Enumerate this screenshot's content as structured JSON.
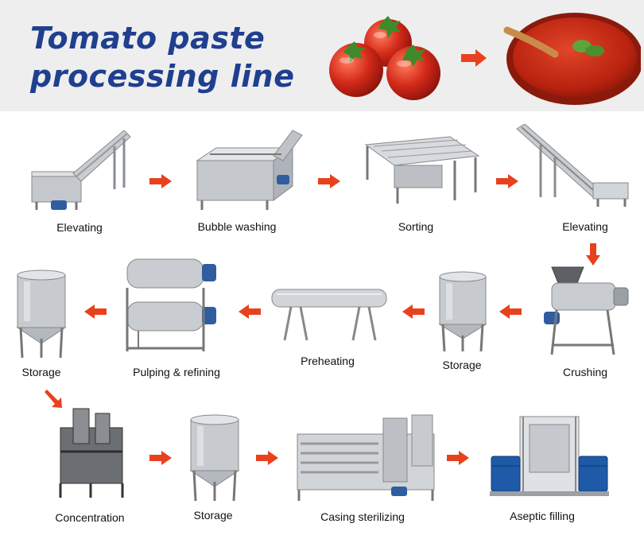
{
  "title": {
    "line1": "Tomato paste",
    "line2": "processing line"
  },
  "colors": {
    "title": "#1f3f8f",
    "arrow": "#e8411e",
    "steel": "#b9bdc3",
    "tomato": "#d42a1a",
    "paste": "#b8220f"
  },
  "steps": [
    {
      "id": "elevating-1",
      "label": "Elevating"
    },
    {
      "id": "bubble-washing",
      "label": "Bubble washing"
    },
    {
      "id": "sorting",
      "label": "Sorting"
    },
    {
      "id": "elevating-2",
      "label": "Elevating"
    },
    {
      "id": "crushing",
      "label": "Crushing"
    },
    {
      "id": "storage-1",
      "label": "Storage"
    },
    {
      "id": "preheating",
      "label": "Preheating"
    },
    {
      "id": "pulping-refining",
      "label": "Pulping & refining"
    },
    {
      "id": "storage-2",
      "label": "Storage"
    },
    {
      "id": "concentration",
      "label": "Concentration"
    },
    {
      "id": "storage-3",
      "label": "Storage"
    },
    {
      "id": "casing-sterilizing",
      "label": "Casing sterilizing"
    },
    {
      "id": "aseptic-filling",
      "label": "Aseptic filling"
    }
  ]
}
